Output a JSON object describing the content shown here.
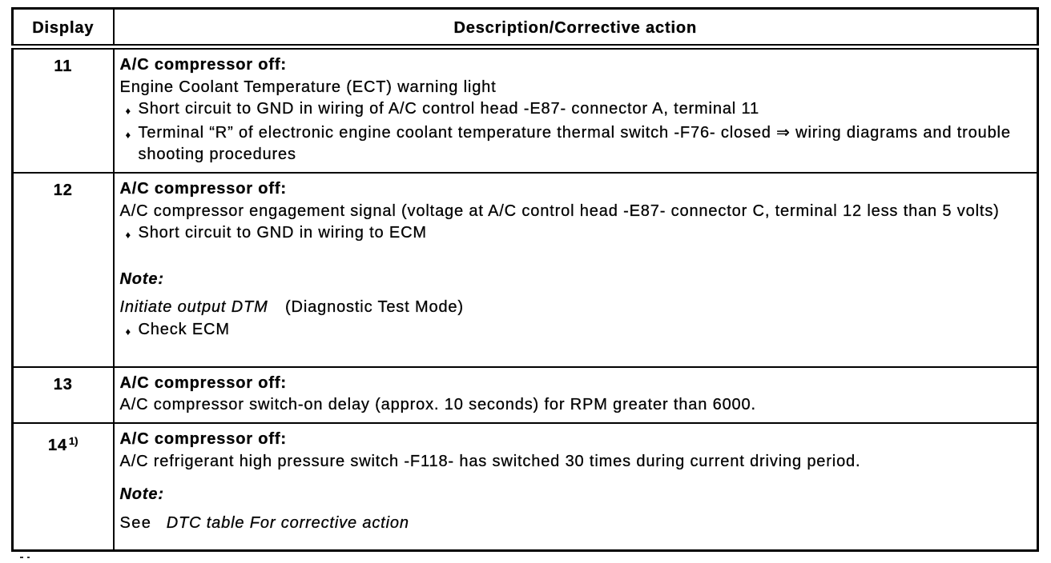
{
  "icons": {
    "bullet": "♦"
  },
  "table": {
    "header": {
      "display": "Display",
      "description": "Description/Corrective action"
    },
    "rows": [
      {
        "code": "11",
        "title": "A/C compressor off:",
        "body": "Engine Coolant Temperature (ECT) warning light",
        "bullet1": "Short circuit to GND in wiring of A/C control head -E87- connector A, terminal 11",
        "bullet2": "Terminal “R” of electronic engine coolant temperature thermal switch -F76- closed ⇒ wiring diagrams and trouble shooting procedures"
      },
      {
        "code": "12",
        "title": "A/C compressor off:",
        "body": "A/C compressor engagement signal (voltage at A/C control head -E87- connector C, terminal 12 less than 5 volts)",
        "bullet1": "Short circuit to GND in wiring to ECM",
        "note_label": "Note:",
        "dtm_italic": "Initiate output DTM",
        "dtm_plain": "(Diagnostic Test Mode)",
        "bullet2": "Check ECM"
      },
      {
        "code": "13",
        "title": "A/C compressor off:",
        "body": "A/C compressor switch-on delay (approx. 10 seconds) for RPM greater than 6000."
      },
      {
        "code": "14",
        "code_sup": "1)",
        "title": "A/C compressor off:",
        "body": "A/C refrigerant high pressure switch -F118- has switched 30 times during current driving period.",
        "note_label": "Note:",
        "see_plain": "See",
        "see_italic": "DTC table For corrective action"
      }
    ]
  }
}
